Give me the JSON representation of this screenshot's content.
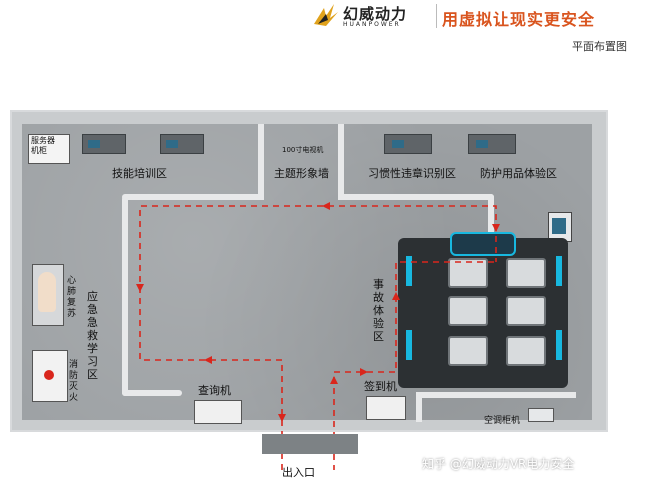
{
  "header": {
    "logo_cn": "幻威动力",
    "logo_en": "HUANPOWER",
    "slogan": "用虚拟让现实更安全",
    "subtitle": "平面布置图"
  },
  "plan": {
    "server_cabinet": "服务器\n机柜",
    "zones": {
      "skills_training": "技能培训区",
      "tv_label": "100寸电视机",
      "theme_wall": "主题形象墙",
      "habitual_violation": "习惯性违章识别区",
      "ppe_experience": "防护用品体验区",
      "emergency_rescue": "应急急救学习区",
      "accident_experience": "事故体验区",
      "cpr": "心肺复苏",
      "fire_fighting": "消防灭火",
      "query_machine": "查询机",
      "check_in": "签到机",
      "ac_cabinet": "空调柜机",
      "entrance": "出入口"
    }
  },
  "watermark": "知乎 @幻威动力VR电力安全",
  "colors": {
    "slogan": "#d9541e",
    "path_arrow": "#d9261c",
    "floor": "#9da1a4",
    "vr_accent": "#18b8e0"
  }
}
